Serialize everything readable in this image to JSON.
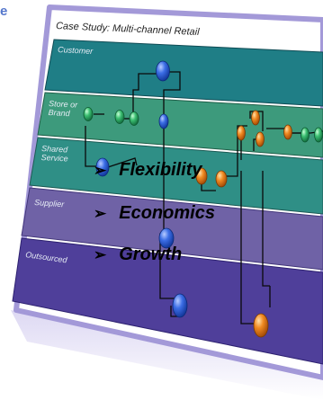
{
  "corner_text": "e",
  "slide": {
    "title": "Case Study:   Multi-channel Retail",
    "lanes": [
      {
        "label_lines": [
          "Customer"
        ],
        "color": "#1f7e86"
      },
      {
        "label_lines": [
          "Store or",
          "Brand"
        ],
        "color": "#3d9a7c"
      },
      {
        "label_lines": [
          "Shared",
          "Service"
        ],
        "color": "#2f8f86"
      },
      {
        "label_lines": [
          "Supplier"
        ],
        "color": "#6f62a6"
      },
      {
        "label_lines": [
          "Outsourced"
        ],
        "color": "#4f3f9a"
      }
    ],
    "bullets": [
      {
        "arrow": "➢",
        "text": "Flexibility"
      },
      {
        "arrow": "➢",
        "text": "Economics"
      },
      {
        "arrow": "➢",
        "text": "Growth"
      }
    ]
  },
  "colors": {
    "frame": "#9a8fd0",
    "node_blue": "#2f5fd8",
    "node_orange": "#e87f1e",
    "node_green": "#39b36a",
    "title_text": "#222222",
    "lane_text": "#e6ecf5"
  }
}
